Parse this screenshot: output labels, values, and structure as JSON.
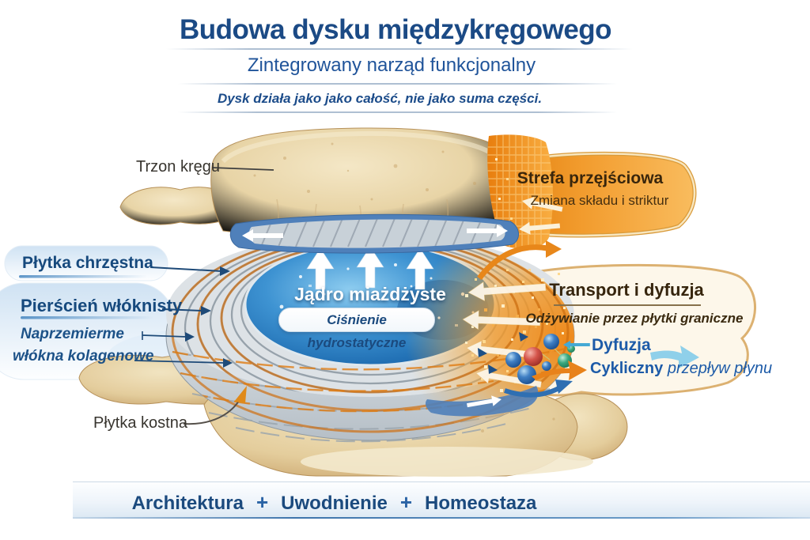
{
  "header": {
    "title": "Budowa dysku międzykręgowego",
    "subtitle": "Zintegrowany narząd funkcjonalny",
    "tagline": "Dysk działa jako jako całość, nie jako suma części."
  },
  "anatomy_labels": {
    "vertebral_body": "Trzon kręgu",
    "cartilage_endplate": "Płytka chrzęstna",
    "annulus_fibrosus": "Pierścień włóknisty",
    "collagen_fibers_line1": "Naprzemierme",
    "collagen_fibers_line2": "włókna kolagenowe",
    "bony_endplate": "Płytka kostna"
  },
  "nucleus": {
    "title": "Jądro miażdżyste",
    "pressure_label": "Ciśnienie hydrostatyczne"
  },
  "transition_zone": {
    "title": "Strefa przęjściowa",
    "subtitle": "Zmiana składu i striktur"
  },
  "transport": {
    "title": "Transport i dyfuzja",
    "subtitle": "Odżywianie przez płytki graniczne",
    "diffusion_label": "Dyfuzja",
    "flow_label_bold": "Cykliczny",
    "flow_label_rest": "przepływ płynu"
  },
  "footer": {
    "items": [
      "Architektura",
      "Uwodnienie",
      "Homeostaza"
    ],
    "separator": "+"
  },
  "colors": {
    "navy_text": "#1b4a85",
    "orange_accent": "#e8851a",
    "nucleus_blue": "#2a7fc4",
    "bone": "#e6d2a4",
    "teal_arrow": "#45a9d4",
    "light_blue_arrow": "#8fd0ea",
    "endplate_blue": "#4f80ba"
  }
}
